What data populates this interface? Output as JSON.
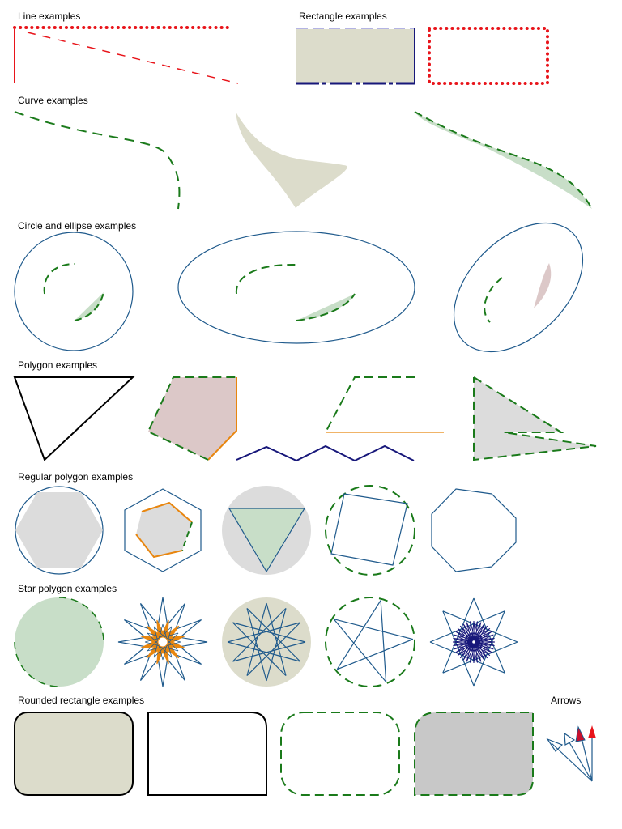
{
  "sections": {
    "line": "Line examples",
    "rectangle": "Rectangle examples",
    "curve": "Curve examples",
    "circle_ellipse": "Circle and ellipse examples",
    "polygon": "Polygon examples",
    "regular_polygon": "Regular polygon examples",
    "star_polygon": "Star polygon examples",
    "rounded_rectangle": "Rounded rectangle examples",
    "arrows": "Arrows"
  },
  "colors": {
    "red": "#e8141a",
    "dark_green": "#1a7a1a",
    "navy": "#17177a",
    "steel_blue": "#1f5a8c",
    "orange": "#e8860f",
    "black": "#000000",
    "beige_fill": "#dcdccb",
    "light_green_fill": "#c8dec8",
    "rose_fill": "#dcc8c8",
    "light_gray_fill": "#dcdcdc",
    "gray_fill": "#c8c8c8"
  }
}
